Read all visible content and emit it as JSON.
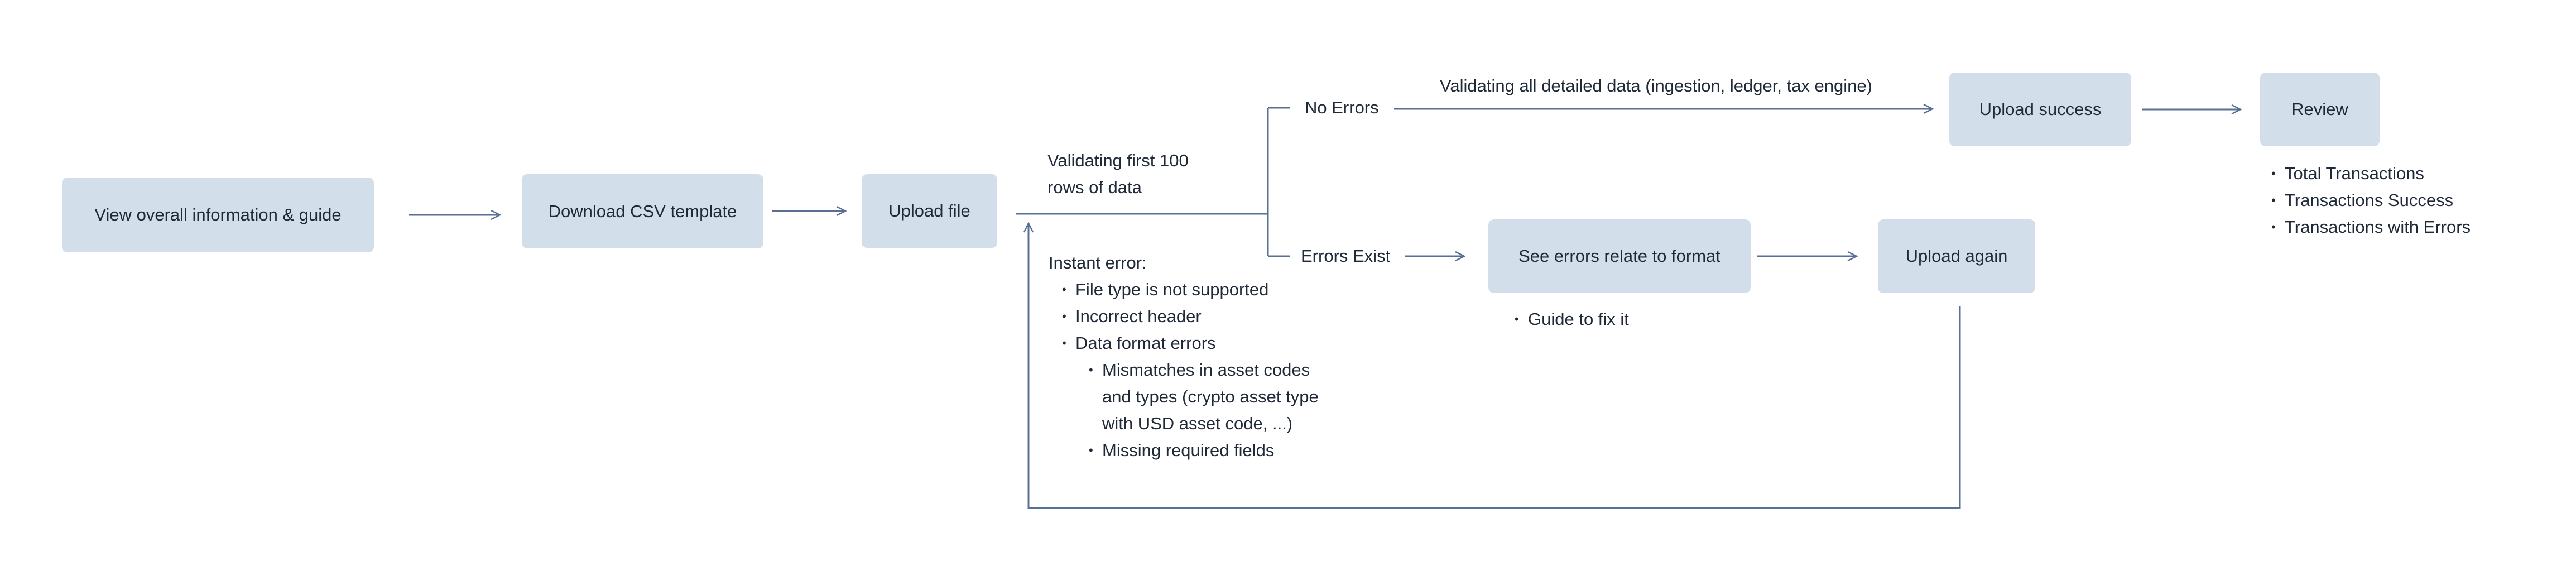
{
  "nodes": {
    "view_guide": "View overall information & guide",
    "download_csv": "Download CSV template",
    "upload_file": "Upload file",
    "upload_success": "Upload success",
    "review": "Review",
    "see_errors": "See errors relate to format",
    "upload_again": "Upload again"
  },
  "labels": {
    "validating_first_line1": "Validating first 100",
    "validating_first_line2": "rows of data",
    "no_errors": "No Errors",
    "validating_all": "Validating all detailed data (ingestion, ledger, tax engine)",
    "errors_exist": "Errors Exist"
  },
  "instant_error": {
    "title": "Instant error:",
    "items": [
      "File type is not supported",
      "Incorrect header",
      "Data format errors"
    ],
    "sub_items": [
      "Mismatches in asset codes",
      "and types (crypto asset type",
      "with USD asset code, ...)",
      "Missing required fields"
    ]
  },
  "review_notes": [
    "Total Transactions",
    "Transactions Success",
    "Transactions with Errors"
  ],
  "guide_notes": [
    "Guide to fix it"
  ],
  "colors": {
    "node_fill": "#d3deeb",
    "connector": "#5a6f96",
    "text": "#1f2937"
  }
}
